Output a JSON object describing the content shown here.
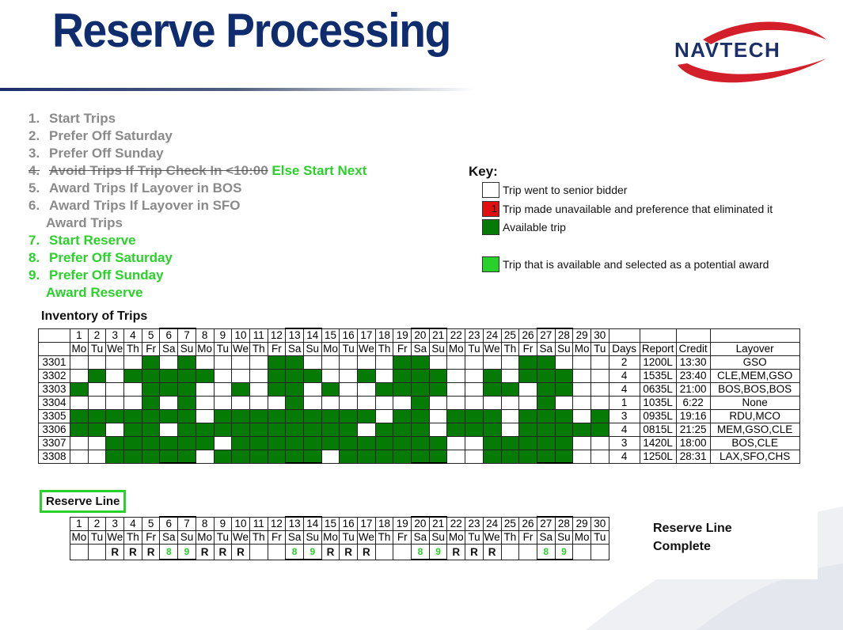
{
  "title": "Reserve Processing",
  "logo_text": "NAVTECH",
  "colors": {
    "title": "#0f2d6e",
    "available": "#057a05",
    "selected": "#2bd12b",
    "eliminated": "#e01010",
    "logo_red": "#d21f2a"
  },
  "steps": [
    {
      "num": "1.",
      "text": "Start Trips",
      "style": "grey"
    },
    {
      "num": "2.",
      "text": "Prefer Off Saturday",
      "style": "grey"
    },
    {
      "num": "3.",
      "text": "Prefer Off Sunday",
      "style": "grey"
    },
    {
      "num": "4.",
      "text": "Avoid Trips If Trip Check In <10:00",
      "style": "grey struck",
      "suffix": " Else Start Next"
    },
    {
      "num": "5.",
      "text": "Award Trips If Layover in BOS",
      "style": "grey"
    },
    {
      "num": "6.",
      "text": "Award Trips If Layover in SFO",
      "style": "grey"
    },
    {
      "num": "",
      "text": "Award Trips",
      "style": "grey sub"
    },
    {
      "num": "7.",
      "text": "Start Reserve",
      "style": "green"
    },
    {
      "num": "8.",
      "text": "Prefer Off Saturday",
      "style": "green"
    },
    {
      "num": "9.",
      "text": "Prefer Off Sunday",
      "style": "green"
    },
    {
      "num": "",
      "text": "Award Reserve",
      "style": "green sub"
    }
  ],
  "key": {
    "title": "Key:",
    "items": [
      {
        "swatch": "white",
        "mark": "",
        "label": "Trip went to senior bidder"
      },
      {
        "swatch": "red",
        "mark": "1",
        "label": "Trip made unavailable and preference that eliminated it"
      },
      {
        "swatch": "green",
        "mark": "",
        "label": "Available trip"
      },
      {
        "swatch": "lightgreen",
        "mark": "",
        "label": "Trip that is available and selected as a potential award"
      }
    ]
  },
  "inventory": {
    "title": "Inventory of Trips",
    "dates": [
      "1",
      "2",
      "3",
      "4",
      "5",
      "6",
      "7",
      "8",
      "9",
      "10",
      "11",
      "12",
      "13",
      "14",
      "15",
      "16",
      "17",
      "18",
      "19",
      "20",
      "21",
      "22",
      "23",
      "24",
      "25",
      "26",
      "27",
      "28",
      "29",
      "30"
    ],
    "weekdays": [
      "Mo",
      "Tu",
      "We",
      "Th",
      "Fr",
      "Sa",
      "Su",
      "Mo",
      "Tu",
      "We",
      "Th",
      "Fr",
      "Sa",
      "Su",
      "Mo",
      "Tu",
      "We",
      "Th",
      "Fr",
      "Sa",
      "Su",
      "Mo",
      "Tu",
      "We",
      "Th",
      "Fr",
      "Sa",
      "Su",
      "Mo",
      "Tu"
    ],
    "headers": {
      "days": "Days",
      "report": "Report",
      "credit": "Credit",
      "layover": "Layover"
    },
    "trips": [
      {
        "id": "3301",
        "days": "2",
        "report": "1200L",
        "credit": "13:30",
        "layover": "GSO",
        "avail": [
          0,
          0,
          0,
          0,
          1,
          0,
          1,
          0,
          0,
          0,
          0,
          1,
          1,
          0,
          0,
          0,
          0,
          0,
          1,
          1,
          0,
          0,
          0,
          0,
          0,
          1,
          1,
          0,
          0,
          0
        ]
      },
      {
        "id": "3302",
        "days": "4",
        "report": "1535L",
        "credit": "23:40",
        "layover": "CLE,MEM,GSO",
        "avail": [
          0,
          1,
          0,
          1,
          1,
          1,
          1,
          1,
          0,
          0,
          0,
          1,
          1,
          1,
          0,
          0,
          1,
          0,
          1,
          1,
          1,
          0,
          0,
          1,
          0,
          1,
          1,
          1,
          0,
          0
        ]
      },
      {
        "id": "3303",
        "days": "4",
        "report": "0635L",
        "credit": "21:00",
        "layover": "BOS,BOS,BOS",
        "avail": [
          1,
          0,
          0,
          0,
          1,
          1,
          1,
          0,
          0,
          1,
          0,
          1,
          1,
          0,
          1,
          0,
          0,
          1,
          1,
          1,
          1,
          0,
          0,
          1,
          1,
          0,
          1,
          1,
          0,
          0
        ]
      },
      {
        "id": "3304",
        "days": "1",
        "report": "1035L",
        "credit": "6:22",
        "layover": "None",
        "avail": [
          0,
          0,
          0,
          0,
          1,
          0,
          1,
          0,
          0,
          0,
          0,
          0,
          1,
          0,
          0,
          0,
          0,
          0,
          0,
          1,
          0,
          0,
          0,
          0,
          0,
          0,
          1,
          0,
          0,
          0
        ]
      },
      {
        "id": "3305",
        "days": "3",
        "report": "0935L",
        "credit": "19:16",
        "layover": "RDU,MCO",
        "avail": [
          1,
          1,
          1,
          1,
          1,
          1,
          1,
          0,
          1,
          1,
          1,
          1,
          1,
          1,
          1,
          1,
          1,
          0,
          1,
          1,
          0,
          1,
          1,
          1,
          0,
          1,
          1,
          1,
          0,
          1
        ]
      },
      {
        "id": "3306",
        "days": "4",
        "report": "0815L",
        "credit": "21:25",
        "layover": "MEM,GSO,CLE",
        "avail": [
          1,
          1,
          0,
          1,
          1,
          0,
          1,
          1,
          1,
          1,
          1,
          1,
          1,
          1,
          1,
          1,
          0,
          1,
          1,
          1,
          0,
          1,
          1,
          1,
          0,
          1,
          1,
          1,
          1,
          1
        ]
      },
      {
        "id": "3307",
        "days": "3",
        "report": "1420L",
        "credit": "18:00",
        "layover": "BOS,CLE",
        "avail": [
          0,
          0,
          1,
          1,
          1,
          1,
          1,
          1,
          0,
          1,
          1,
          1,
          1,
          1,
          1,
          1,
          1,
          1,
          1,
          1,
          1,
          0,
          0,
          1,
          1,
          1,
          1,
          1,
          0,
          0
        ]
      },
      {
        "id": "3308",
        "days": "4",
        "report": "1250L",
        "credit": "28:31",
        "layover": "LAX,SFO,CHS",
        "avail": [
          0,
          0,
          1,
          1,
          1,
          1,
          1,
          0,
          1,
          1,
          1,
          1,
          1,
          1,
          0,
          1,
          1,
          1,
          1,
          1,
          1,
          0,
          0,
          1,
          1,
          1,
          1,
          1,
          0,
          0
        ]
      }
    ]
  },
  "reserve": {
    "title": "Reserve Line",
    "line": [
      "",
      "",
      "R",
      "R",
      "R",
      "8",
      "9",
      "R",
      "R",
      "R",
      "",
      "",
      "8",
      "9",
      "R",
      "R",
      "R",
      "",
      "",
      "8",
      "9",
      "R",
      "R",
      "R",
      "",
      "",
      "8",
      "9",
      "",
      ""
    ],
    "complete_line1": "Reserve Line",
    "complete_line2": "Complete"
  }
}
